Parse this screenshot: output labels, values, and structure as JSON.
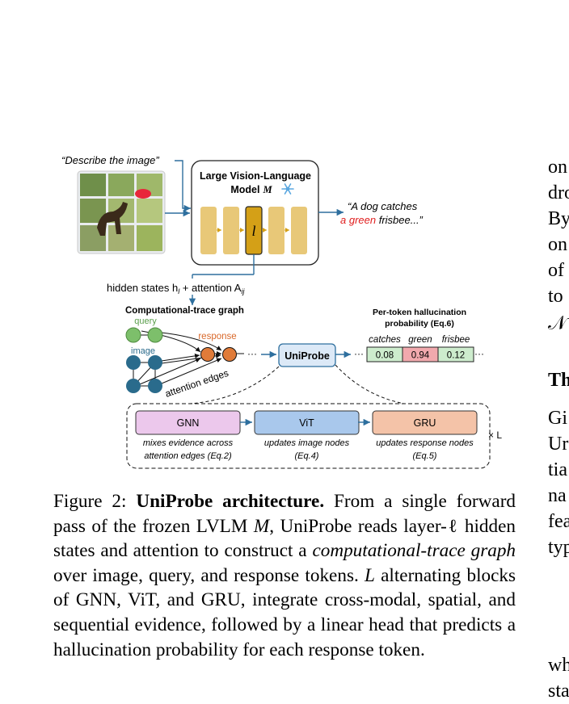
{
  "figure": {
    "prompt": "“Describe the image”",
    "model_line1": "Large Vision-Language",
    "model_line2": "Model",
    "model_symbol": "M",
    "layer_symbol": "l",
    "output_line1": "“A dog catches",
    "output_red": "a green",
    "output_line2_rest": " frisbee...”",
    "hidden_states": "hidden states h",
    "hidden_sub": "l",
    "attention_part": " + attention A",
    "attention_sub": "ij",
    "graph_title": "Computational-trace graph",
    "query_label": "query",
    "image_label": "image",
    "response_label": "response",
    "attention_edges": "attention edges",
    "uniprobe": "UniProbe",
    "per_token_title_1": "Per-token hallucination",
    "per_token_title_2": "probability (Eq.6)",
    "tokens": [
      {
        "word": "catches",
        "prob": "0.08",
        "color": "#cdeccd"
      },
      {
        "word": "green",
        "prob": "0.94",
        "color": "#f1a9ad"
      },
      {
        "word": "frisbee",
        "prob": "0.12",
        "color": "#cdeccd"
      }
    ],
    "blocks": [
      {
        "name": "GNN",
        "color": "#ecc8ec",
        "desc1": "mixes evidence across",
        "desc2": "attention edges (Eq.2)"
      },
      {
        "name": "ViT",
        "color": "#a9c8ec",
        "desc1": "updates image nodes",
        "desc2": "(Eq.4)"
      },
      {
        "name": "GRU",
        "color": "#f4c3a8",
        "desc1": "updates response nodes",
        "desc2": "(Eq.5)"
      }
    ],
    "times_L": "× L",
    "colors": {
      "query_node": "#7dbf6b",
      "image_node": "#2a6b8c",
      "response_node": "#e07b39",
      "layer_block": "#e8c878",
      "layer_highlight": "#d4a017",
      "arrow": "#2e6f9e",
      "red_text": "#e02020"
    }
  },
  "caption": {
    "label": "Figure 2:",
    "title": "UniProbe architecture.",
    "text_1": "From a single forward pass of the frozen LVLM",
    "sym_M": "M",
    "text_2": ", UniProbe reads layer-ℓ hidden states and attention to construct a",
    "italic": "computational-trace graph",
    "text_3": "over image, query, and response tokens.",
    "sym_L": "L",
    "text_4": "alternating blocks of GNN, ViT, and GRU, integrate cross-modal, spatial, and sequential evidence, followed by a linear head that predicts a hallucination probability for each response token."
  },
  "right_column": {
    "lines": [
      "on",
      "dro",
      "By",
      "on",
      "of",
      "to",
      "𝒩",
      "",
      "Th",
      "Gi",
      "Ur",
      "tia",
      "na",
      "fea",
      "typ",
      "",
      "",
      "wh",
      "sta"
    ]
  }
}
